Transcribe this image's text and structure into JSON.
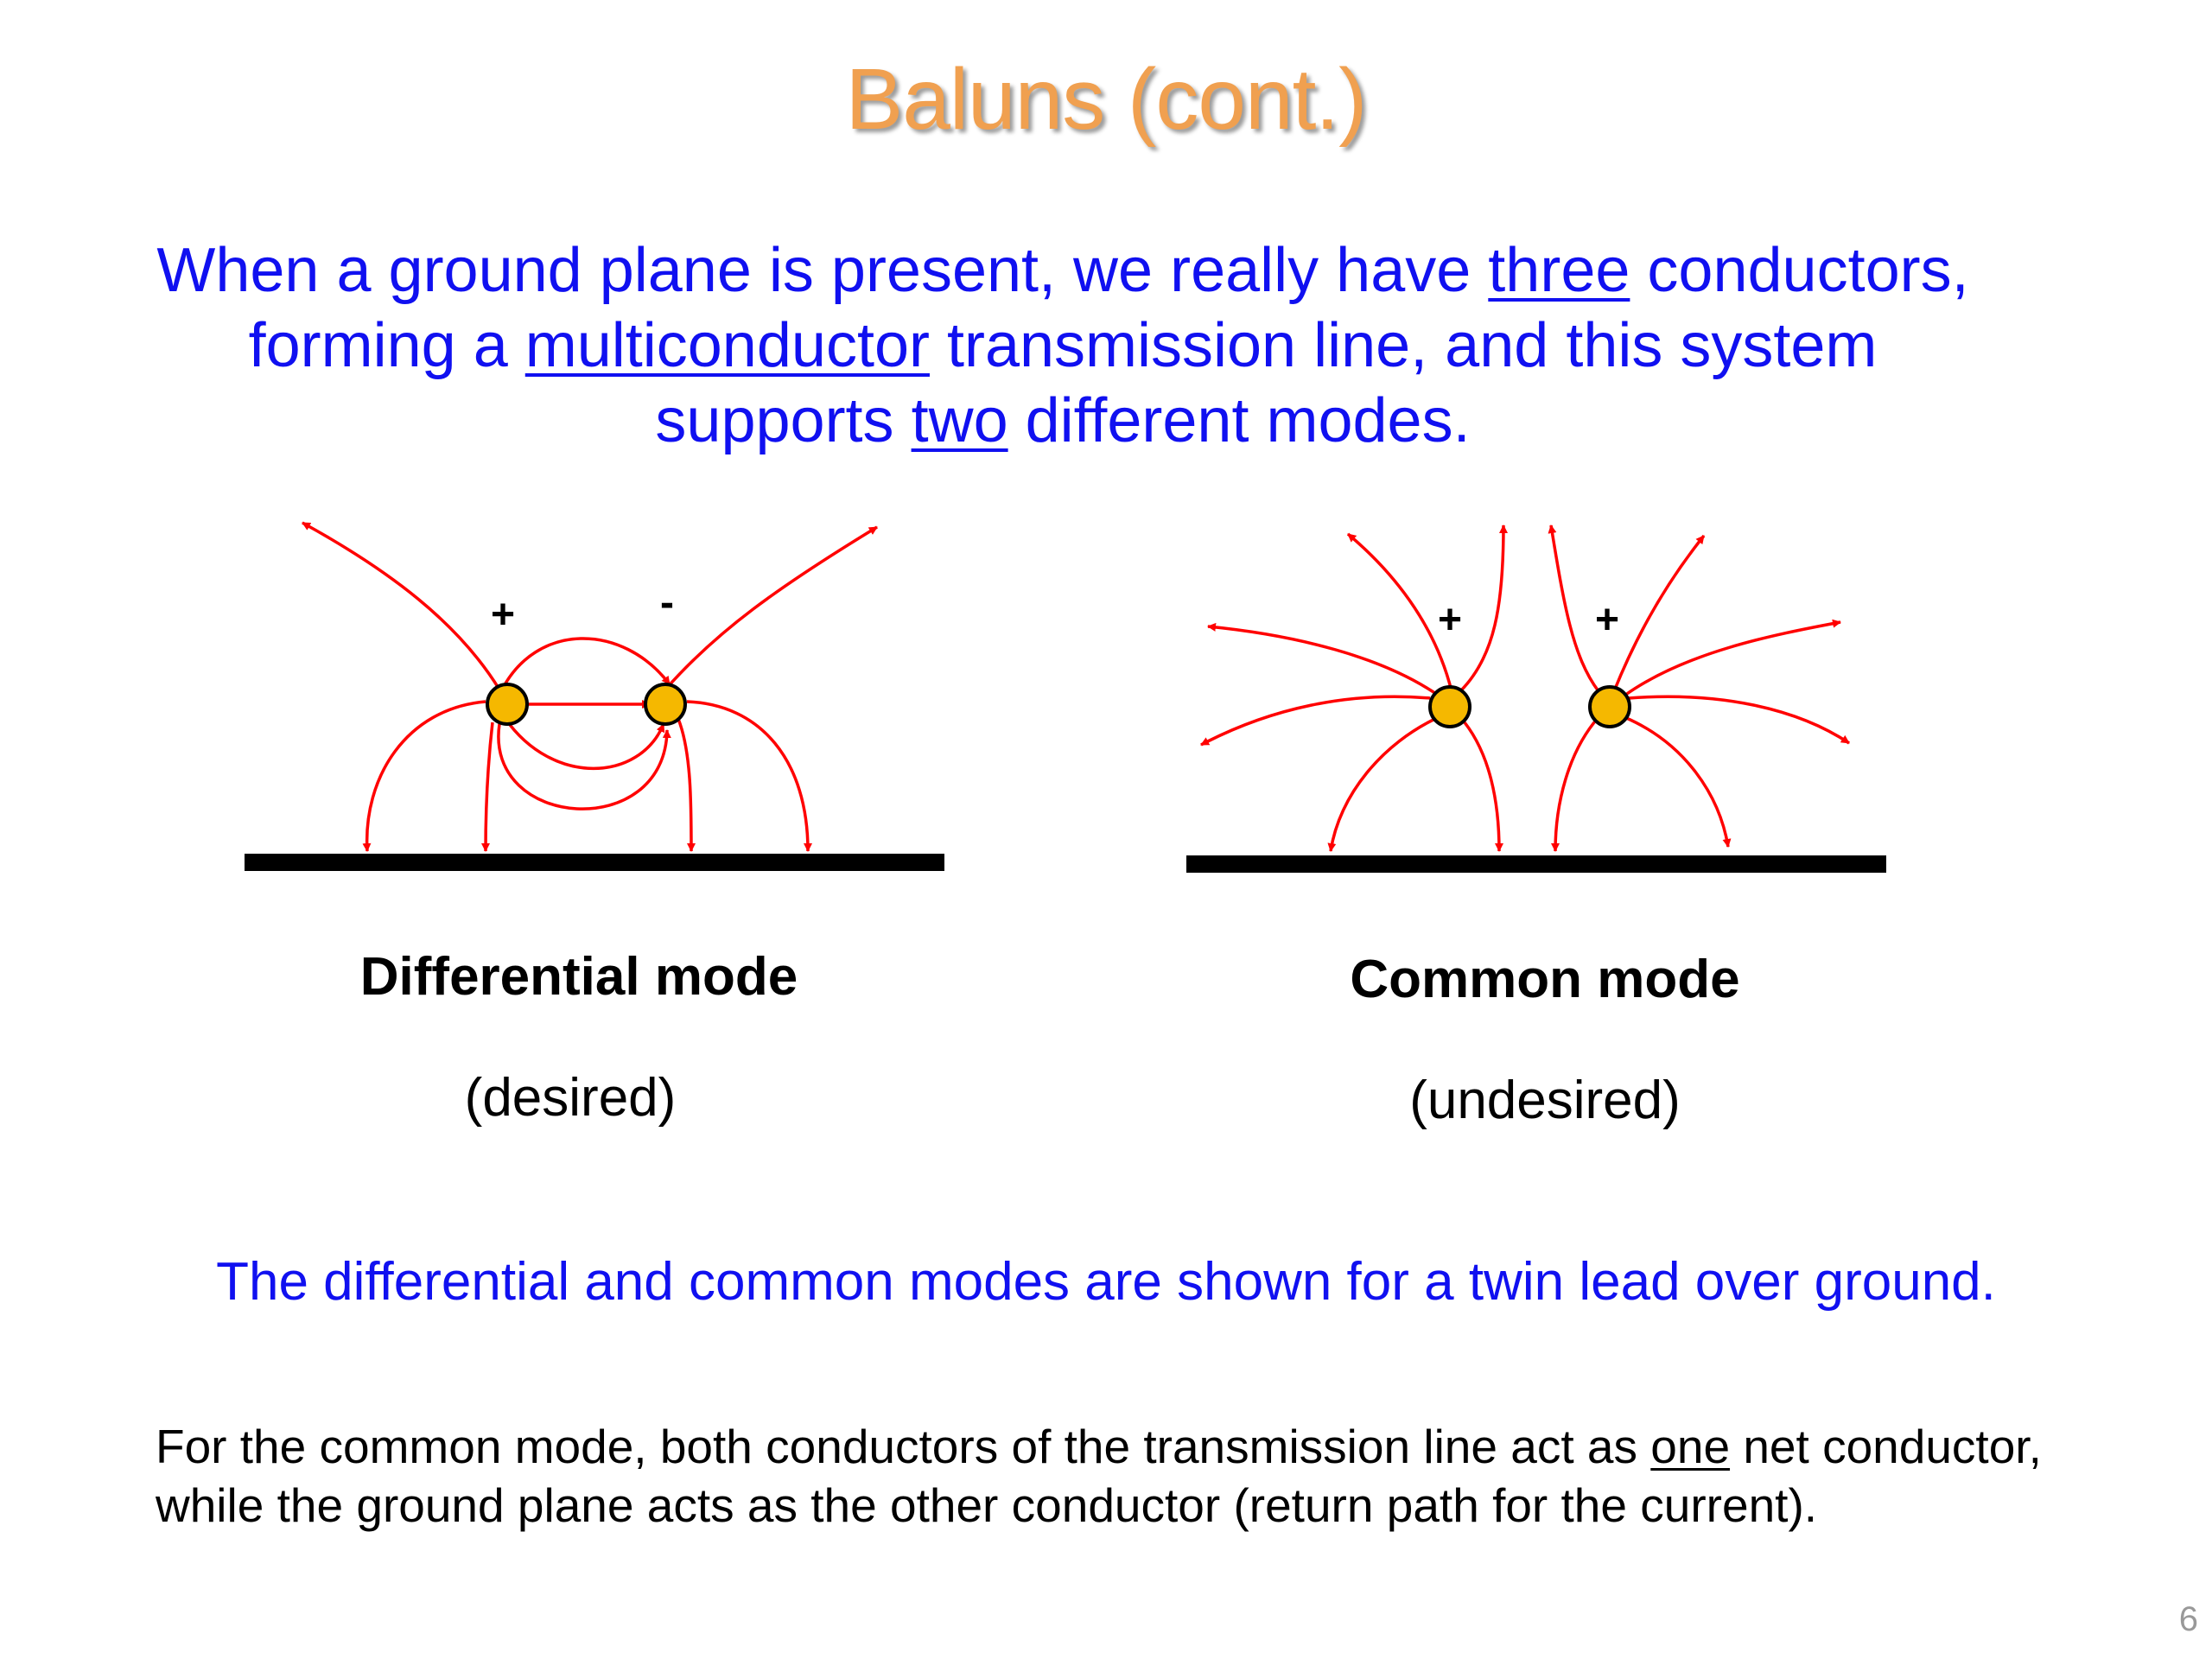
{
  "title": "Baluns (cont.)",
  "intro": {
    "p1": "When a ground plane is present, we really have ",
    "u1": "three",
    "p2": " conductors, forming a ",
    "u2": "multiconductor",
    "p3": " transmission line, and this system supports ",
    "u3": "two",
    "p4": " different modes."
  },
  "diagrams": {
    "differential": {
      "signs": [
        "+",
        "-"
      ],
      "label": "Differential mode",
      "note": "(desired)"
    },
    "common": {
      "signs": [
        "+",
        "+"
      ],
      "label": "Common mode",
      "note": "(undesired)"
    }
  },
  "caption": "The differential and common modes are shown for a twin lead over ground.",
  "footer": {
    "p1": "For the common mode, both conductors of the transmission line act as ",
    "u1": "one",
    "p2": " net conductor, while the ground plane acts as the other conductor (return path for the current)."
  },
  "page_number": "6",
  "colors": {
    "title": "#f0a050",
    "text_blue": "#1010f0",
    "field_line": "#ff0000",
    "conductor": "#f5b800",
    "ground": "#000000"
  }
}
